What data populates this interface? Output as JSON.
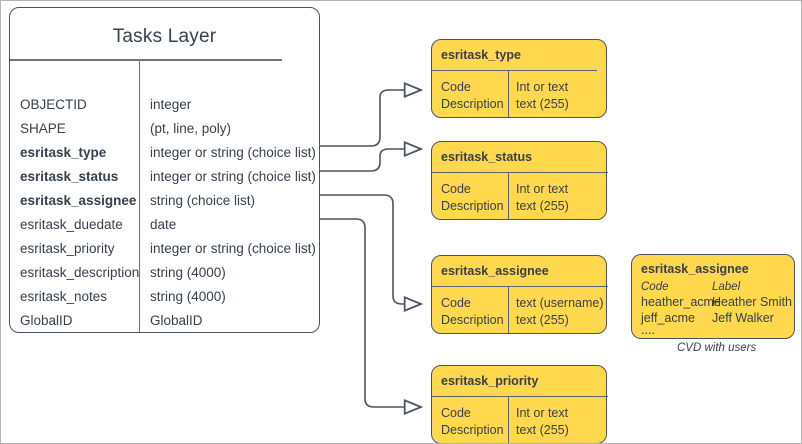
{
  "diagram": {
    "page_background": "#ffffff",
    "accent_yellow": "#ffd84d",
    "stroke_color": "#4a5463",
    "text_color": "#36404e"
  },
  "main_entity": {
    "title": "Tasks Layer",
    "fields": [
      {
        "name": "OBJECTID",
        "type": "integer",
        "bold": false
      },
      {
        "name": "SHAPE",
        "type": "(pt, line, poly)",
        "bold": false
      },
      {
        "name": "esritask_type",
        "type": "integer or string (choice list)",
        "bold": true
      },
      {
        "name": "esritask_status",
        "type": "integer or string (choice list)",
        "bold": true
      },
      {
        "name": "esritask_assignee",
        "type": "string (choice list)",
        "bold": true
      },
      {
        "name": "esritask_duedate",
        "type": "date",
        "bold": false
      },
      {
        "name": "esritask_priority",
        "type": "integer or string (choice list)",
        "bold": false
      },
      {
        "name": "esritask_description",
        "type": "string (4000)",
        "bold": false
      },
      {
        "name": "esritask_notes",
        "type": "string (4000)",
        "bold": false
      },
      {
        "name": "GlobalID",
        "type": "GlobalID",
        "bold": false
      }
    ]
  },
  "domain_boxes": [
    {
      "title": "esritask_type",
      "left_rows": [
        "Code",
        "Description"
      ],
      "right_rows": [
        "Int or text",
        "text (255)"
      ]
    },
    {
      "title": "esritask_status",
      "left_rows": [
        "Code",
        "Description"
      ],
      "right_rows": [
        "Int or text",
        "text (255)"
      ]
    },
    {
      "title": "esritask_assignee",
      "left_rows": [
        "Code",
        "Description"
      ],
      "right_rows": [
        "text  (username)",
        "text (255)"
      ]
    },
    {
      "title": "esritask_priority",
      "left_rows": [
        "Code",
        "Description"
      ],
      "right_rows": [
        "Int or text",
        "text (255)"
      ]
    }
  ],
  "cvd_box": {
    "title": "esritask_assignee",
    "header_code": "Code",
    "header_label": "Label",
    "rows": [
      {
        "code": "heather_acme",
        "label": "Heather Smith"
      },
      {
        "code": "jeff_acme",
        "label": "Jeff Walker"
      }
    ],
    "ellipsis": "....",
    "caption": "CVD with users"
  }
}
